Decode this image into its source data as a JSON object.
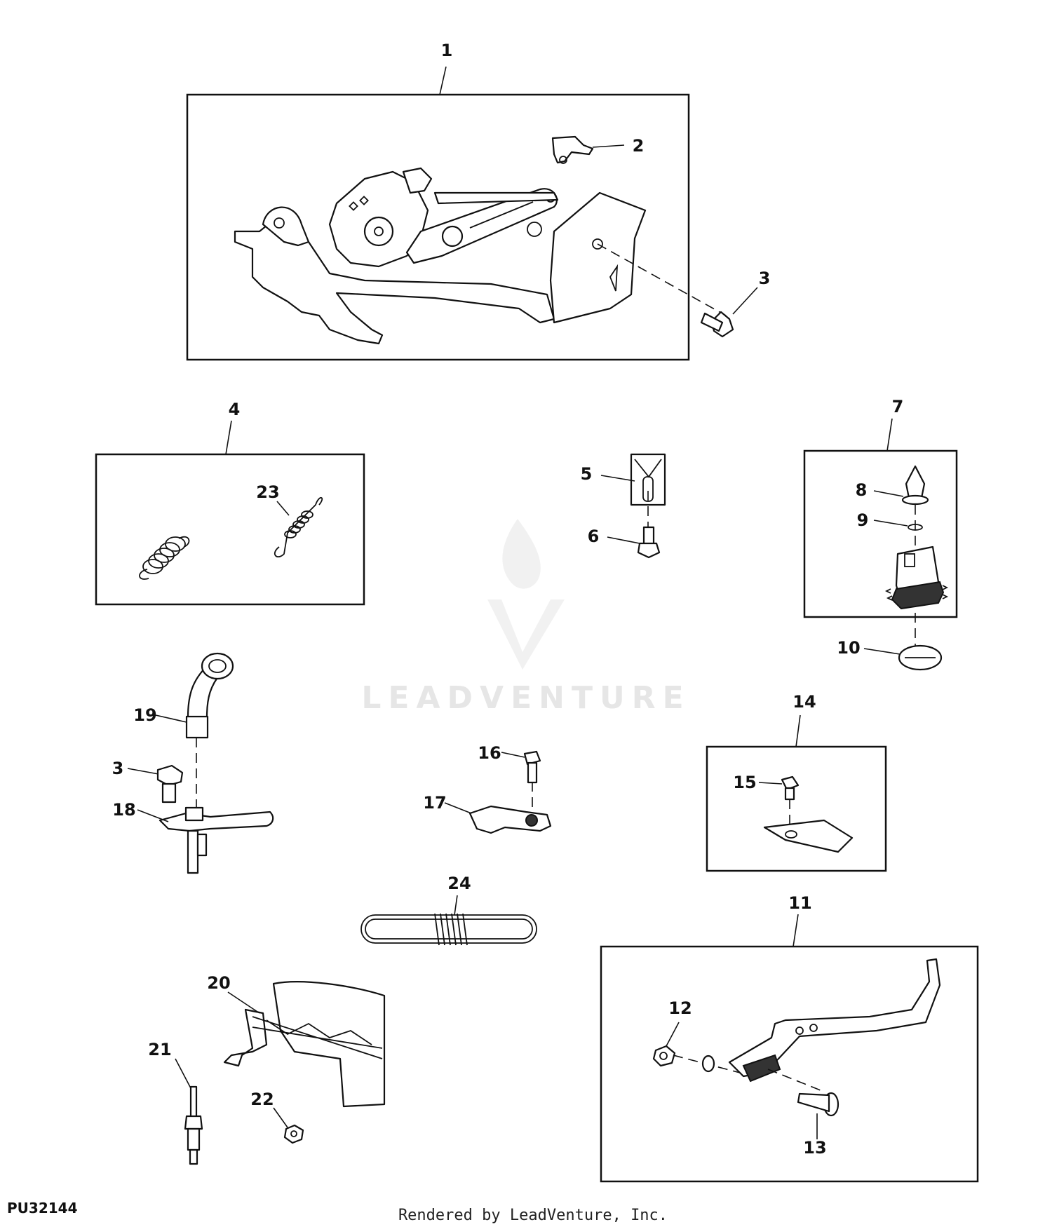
{
  "callouts": {
    "c1": "1",
    "c2": "2",
    "c3a": "3",
    "c3b": "3",
    "c4": "4",
    "c5": "5",
    "c6": "6",
    "c7": "7",
    "c8": "8",
    "c9": "9",
    "c10": "10",
    "c11": "11",
    "c12": "12",
    "c13": "13",
    "c14": "14",
    "c15": "15",
    "c16": "16",
    "c17": "17",
    "c18": "18",
    "c19": "19",
    "c20": "20",
    "c21": "21",
    "c22": "22",
    "c23": "23",
    "c24": "24"
  },
  "footer": {
    "diagram_id": "PU32144",
    "credit": "Rendered by LeadVenture, Inc."
  },
  "watermark": {
    "text": "LEADVENTURE"
  }
}
